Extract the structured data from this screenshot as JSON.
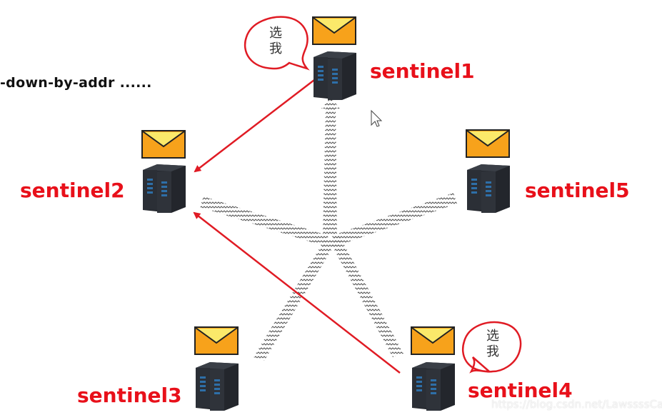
{
  "command_text": "-down-by-addr ......",
  "nodes": [
    {
      "id": "sentinel1",
      "label": "sentinel1",
      "has_envelope": true,
      "speech_bubble": "选\n我"
    },
    {
      "id": "sentinel2",
      "label": "sentinel2",
      "has_envelope": true,
      "speech_bubble": null
    },
    {
      "id": "sentinel3",
      "label": "sentinel3",
      "has_envelope": true,
      "speech_bubble": null
    },
    {
      "id": "sentinel4",
      "label": "sentinel4",
      "has_envelope": true,
      "speech_bubble": "选\n我"
    },
    {
      "id": "sentinel5",
      "label": "sentinel5",
      "has_envelope": true,
      "speech_bubble": null
    }
  ],
  "bubble_lines": [
    "选",
    "我"
  ],
  "edges": [
    {
      "from": "sentinel1",
      "to": "sentinel2",
      "style": "red-arrow"
    },
    {
      "from": "sentinel4",
      "to": "sentinel2",
      "style": "red-arrow"
    },
    {
      "from": "hub",
      "to": "sentinel1",
      "style": "zigzag-arrow"
    },
    {
      "from": "hub",
      "to": "sentinel2",
      "style": "zigzag-arrow"
    },
    {
      "from": "hub",
      "to": "sentinel3",
      "style": "zigzag-arrow"
    },
    {
      "from": "hub",
      "to": "sentinel4",
      "style": "zigzag-arrow"
    },
    {
      "from": "hub",
      "to": "sentinel5",
      "style": "zigzag-arrow"
    }
  ],
  "colors": {
    "label_red": "#e8101a",
    "arrow_red": "#e01b24",
    "envelope_fill": "#f7a21b",
    "envelope_flap": "#fbe96a",
    "server_dark": "#2b2f36",
    "server_light": "#2e6fa8"
  },
  "watermark": "https://blog.csdn.net/LawssssCat"
}
